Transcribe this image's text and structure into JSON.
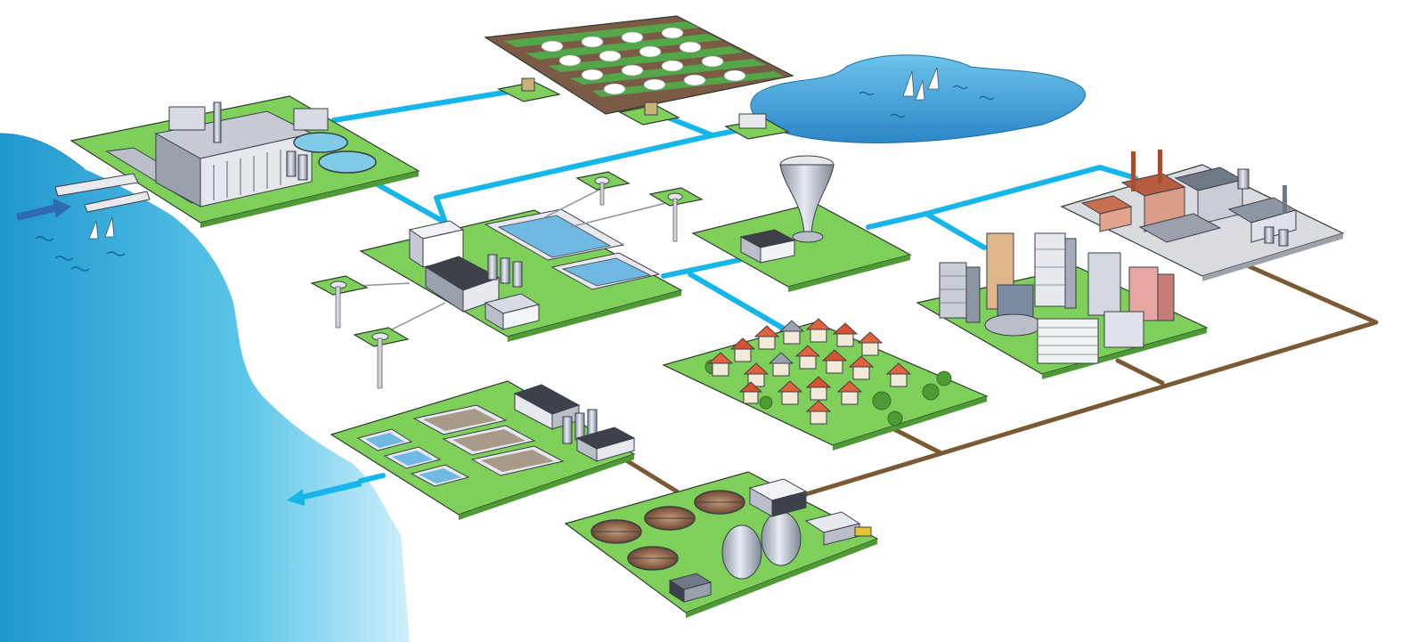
{
  "colors": {
    "background": "#ffffff",
    "clean_water_pipe": "#17b6ea",
    "wastewater_pipe": "#7a5a34",
    "platform_green": "#7fd05a",
    "platform_dark": "#4e9a35",
    "sea": "#3fb7de",
    "lake": "#3d9fd6",
    "field_soil": "#7b5b45",
    "building_light": "#e7e9ee",
    "building_mid": "#b9bec8",
    "roof_red": "#e0633d"
  },
  "nodes": [
    {
      "id": "seawater-intake",
      "icon": "wave-icon"
    },
    {
      "id": "desalination-plant",
      "icon": "factory-icon"
    },
    {
      "id": "irrigation-field",
      "icon": "sprinkler-icon"
    },
    {
      "id": "lake",
      "icon": "sailboat-icon"
    },
    {
      "id": "water-treatment-plant",
      "icon": "filter-icon"
    },
    {
      "id": "groundwater-wells",
      "icon": "well-icon"
    },
    {
      "id": "water-tower",
      "icon": "water-tower-icon"
    },
    {
      "id": "industrial-zone",
      "icon": "factory-icon"
    },
    {
      "id": "city-center",
      "icon": "skyscraper-icon"
    },
    {
      "id": "residential-village",
      "icon": "house-icon"
    },
    {
      "id": "effluent-treatment",
      "icon": "basin-icon"
    },
    {
      "id": "wastewater-treatment-plant",
      "icon": "clarifier-icon"
    },
    {
      "id": "sea-outlet",
      "icon": "arrow-icon"
    }
  ],
  "pipe_types": [
    "clean-water",
    "wastewater"
  ]
}
